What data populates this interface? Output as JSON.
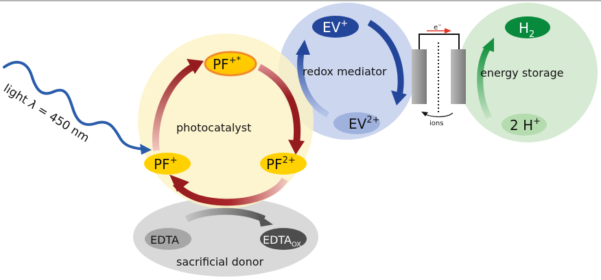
{
  "colors": {
    "photocatalyst_bg": "#fdf3c6",
    "mediator_bg": "#ccd6ef",
    "storage_bg": "#d6ead4",
    "donor_bg": "#d9d9d9",
    "pf_fill": "#ffd100",
    "pf_excited_border": "#f08a2c",
    "cycle_arrow": "#951b1e",
    "light_wave": "#2a5caa",
    "ev_plus_fill": "#23469a",
    "ev_2plus_fill": "#9fb2dd",
    "mediator_arrow": "#23469a",
    "h2_fill": "#078a3c",
    "two_h_fill": "#b5dcae",
    "storage_arrow": "#16923f",
    "edta_fill": "#a6a6a6",
    "edta_ox_fill": "#4d4d4d",
    "donor_arrow": "#555555",
    "electron_arrow": "#e53222",
    "electrode": "#8c8c8c"
  },
  "light": {
    "label_prefix": "light ",
    "lambda": "λ",
    "label_suffix": " = 450 nm"
  },
  "photocatalyst": {
    "title": "photocatalyst",
    "excited": {
      "base": "PF",
      "sup": "+*"
    },
    "ground": {
      "base": "PF",
      "sup": "+"
    },
    "oxidized": {
      "base": "PF",
      "sup": "2+"
    }
  },
  "mediator": {
    "title": "redox mediator",
    "reduced": {
      "base": "EV",
      "sup": "+"
    },
    "oxidized": {
      "base": "EV",
      "sup": "2+"
    }
  },
  "cell": {
    "electron": {
      "base": "e",
      "sup": "−"
    },
    "ions_label": "ions"
  },
  "storage": {
    "title": "energy storage",
    "product": {
      "base": "H",
      "sub": "2"
    },
    "reactant": {
      "base": "2 H",
      "sup": "+"
    }
  },
  "donor": {
    "title": "sacrificial donor",
    "reduced": "EDTA",
    "oxidized": {
      "base": "EDTA",
      "sub": "OX"
    }
  }
}
